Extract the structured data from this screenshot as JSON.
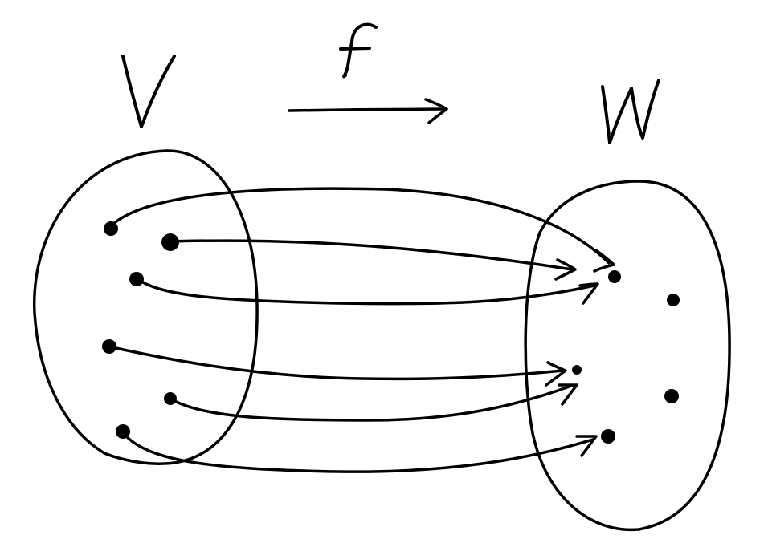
{
  "diagram": {
    "map_label": "f",
    "domain": {
      "label": "V",
      "point_count": 6
    },
    "codomain": {
      "label": "W",
      "point_count": 5
    },
    "mappings": [
      {
        "from": 1,
        "to": 1
      },
      {
        "from": 2,
        "to": 1
      },
      {
        "from": 3,
        "to": 1
      },
      {
        "from": 4,
        "to": 2
      },
      {
        "from": 5,
        "to": 2
      },
      {
        "from": 6,
        "to": 3
      }
    ],
    "colors": {
      "ink": "#000000",
      "background": "#ffffff"
    }
  }
}
